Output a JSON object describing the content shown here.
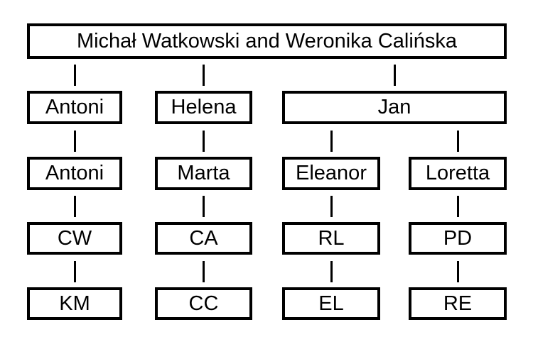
{
  "diagram": {
    "type": "family-tree",
    "colors": {
      "line": "#000000",
      "background": "#ffffff",
      "text": "#000000"
    },
    "nodes": {
      "root": "Michał Watkowski and Weronika Calińska",
      "gen2_antoni": "Antoni",
      "gen2_helena": "Helena",
      "gen2_jan": "Jan",
      "gen3_antoni": "Antoni",
      "gen3_marta": "Marta",
      "gen3_eleanor": "Eleanor",
      "gen3_loretta": "Loretta",
      "gen4_cw": "CW",
      "gen4_ca": "CA",
      "gen4_rl": "RL",
      "gen4_pd": "PD",
      "gen5_km": "KM",
      "gen5_cc": "CC",
      "gen5_el": "EL",
      "gen5_re": "RE"
    },
    "edges": [
      {
        "from": "root",
        "to": "gen2_antoni"
      },
      {
        "from": "root",
        "to": "gen2_helena"
      },
      {
        "from": "root",
        "to": "gen2_jan"
      },
      {
        "from": "gen2_antoni",
        "to": "gen3_antoni"
      },
      {
        "from": "gen2_helena",
        "to": "gen3_marta"
      },
      {
        "from": "gen2_jan",
        "to": "gen3_eleanor"
      },
      {
        "from": "gen2_jan",
        "to": "gen3_loretta"
      },
      {
        "from": "gen3_antoni",
        "to": "gen4_cw"
      },
      {
        "from": "gen3_marta",
        "to": "gen4_ca"
      },
      {
        "from": "gen3_eleanor",
        "to": "gen4_rl"
      },
      {
        "from": "gen3_loretta",
        "to": "gen4_pd"
      },
      {
        "from": "gen4_cw",
        "to": "gen5_km"
      },
      {
        "from": "gen4_ca",
        "to": "gen5_cc"
      },
      {
        "from": "gen4_rl",
        "to": "gen5_el"
      },
      {
        "from": "gen4_pd",
        "to": "gen5_re"
      }
    ]
  }
}
